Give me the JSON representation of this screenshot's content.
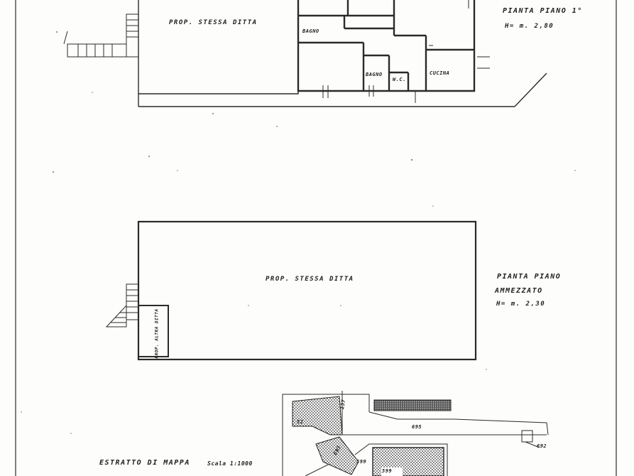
{
  "upper_plan": {
    "title": "PIANTA PIANO 1°",
    "height": "H= m. 2,80",
    "prop_label": "PROP. STESSA DITTA",
    "rooms": [
      "BAGNO",
      "BAGNO",
      "W.C.",
      "CUCINA"
    ]
  },
  "mezzanine_plan": {
    "title": "PIANTA PIANO",
    "subtitle": "AMMEZZATO",
    "height": "H= m. 2,30",
    "prop_label": "PROP. STESSA DITTA",
    "side_note": "PROP. ALTRA DITTA"
  },
  "map": {
    "title": "ESTRATTO DI MAPPA",
    "scale": "Scala 1:1000",
    "parcels": [
      "52",
      "157",
      "599",
      "599",
      "695",
      "693",
      "692"
    ]
  }
}
